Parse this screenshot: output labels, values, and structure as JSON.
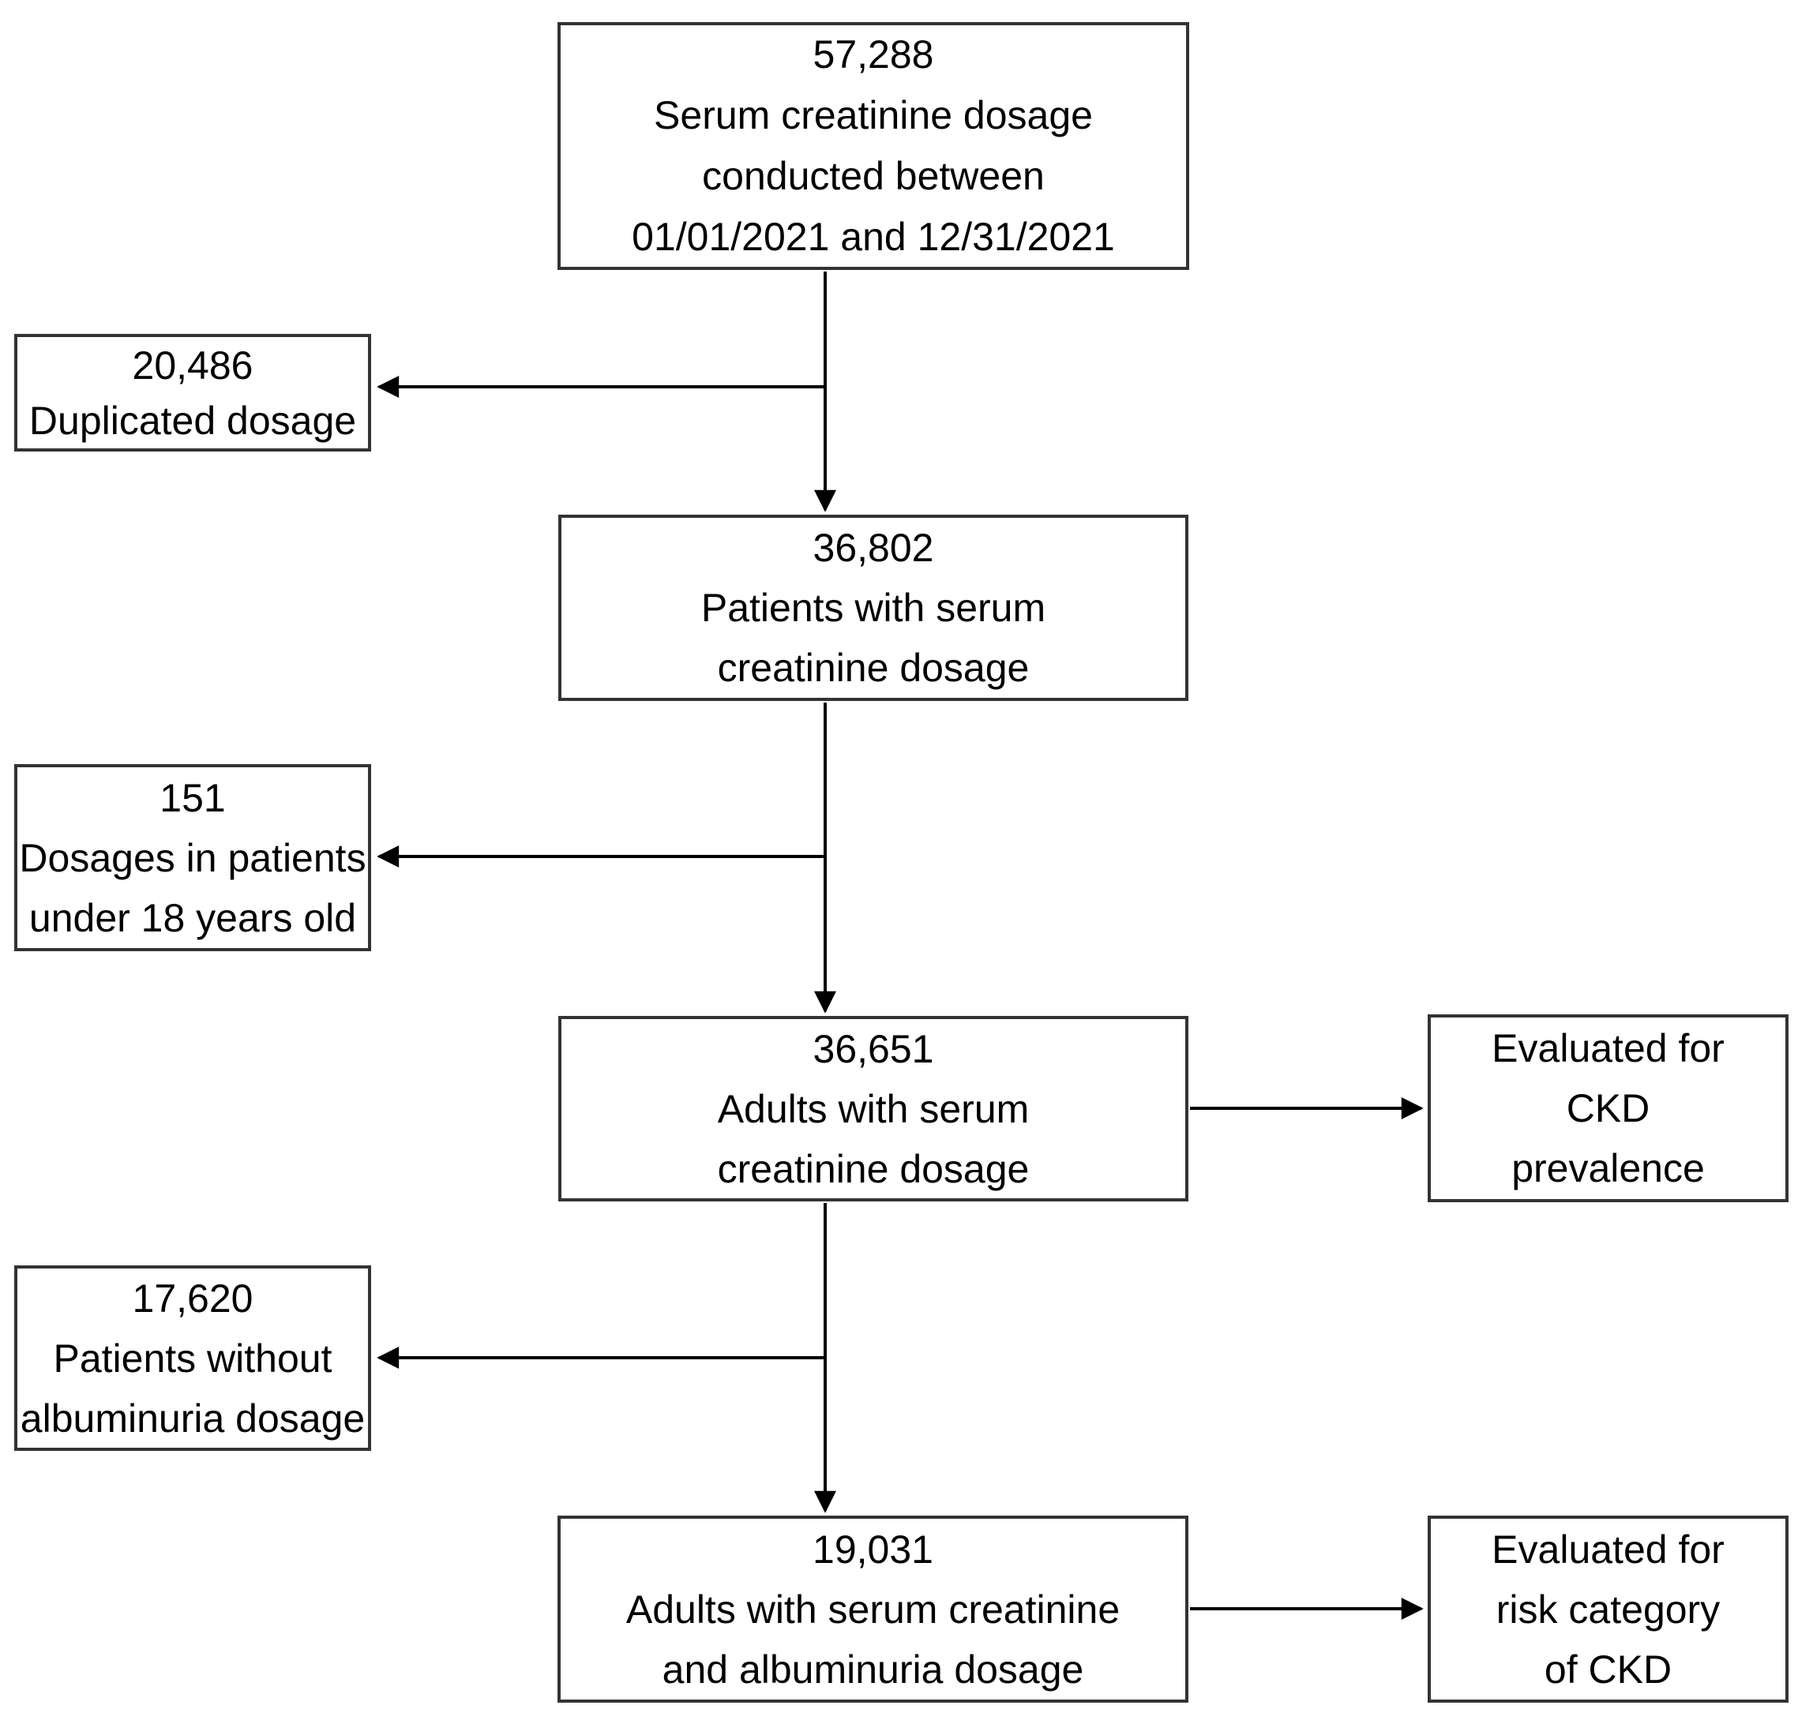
{
  "colors": {
    "box_border": "#333333",
    "line": "#000000",
    "text": "#000000",
    "background": "#ffffff"
  },
  "flowchart": {
    "description": "Patient selection flowchart",
    "boxes": [
      {
        "id": "source",
        "lines": [
          "57,288",
          "Serum creatinine dosage",
          "conducted between",
          "01/01/2021 and 12/31/2021"
        ]
      },
      {
        "id": "excluded-duplicated",
        "lines": [
          "20,486",
          "Duplicated dosage"
        ]
      },
      {
        "id": "patients-serum-creatinine",
        "lines": [
          "36,802",
          "Patients with serum",
          "creatinine dosage"
        ]
      },
      {
        "id": "excluded-under-18",
        "lines": [
          "151",
          "Dosages in patients",
          "under 18 years old"
        ]
      },
      {
        "id": "adults-serum-creatinine",
        "lines": [
          "36,651",
          "Adults with serum",
          "creatinine dosage"
        ]
      },
      {
        "id": "evaluated-ckd-prevalence",
        "lines": [
          "Evaluated for",
          "CKD",
          "prevalence"
        ]
      },
      {
        "id": "excluded-no-albuminuria",
        "lines": [
          "17,620",
          "Patients without",
          "albuminuria dosage"
        ]
      },
      {
        "id": "adults-serum-and-albuminuria",
        "lines": [
          "19,031",
          "Adults with serum creatinine",
          "and albuminuria dosage"
        ]
      },
      {
        "id": "evaluated-risk-category",
        "lines": [
          "Evaluated for",
          "risk category",
          "of CKD"
        ]
      }
    ]
  }
}
